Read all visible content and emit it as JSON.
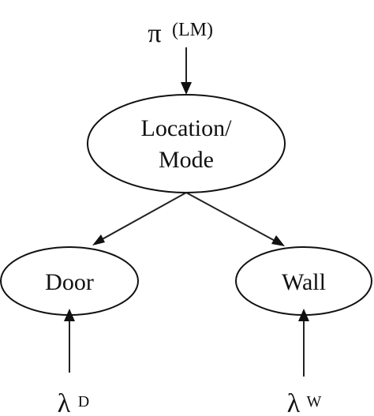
{
  "prior": {
    "symbol": "π",
    "argument": "(LM)"
  },
  "nodes": {
    "location_mode": {
      "line1": "Location/",
      "line2": "Mode"
    },
    "door": {
      "label": "Door"
    },
    "wall": {
      "label": "Wall"
    }
  },
  "evidence": {
    "door": {
      "symbol": "λ",
      "index": "D"
    },
    "wall": {
      "symbol": "λ",
      "index": "W"
    }
  }
}
